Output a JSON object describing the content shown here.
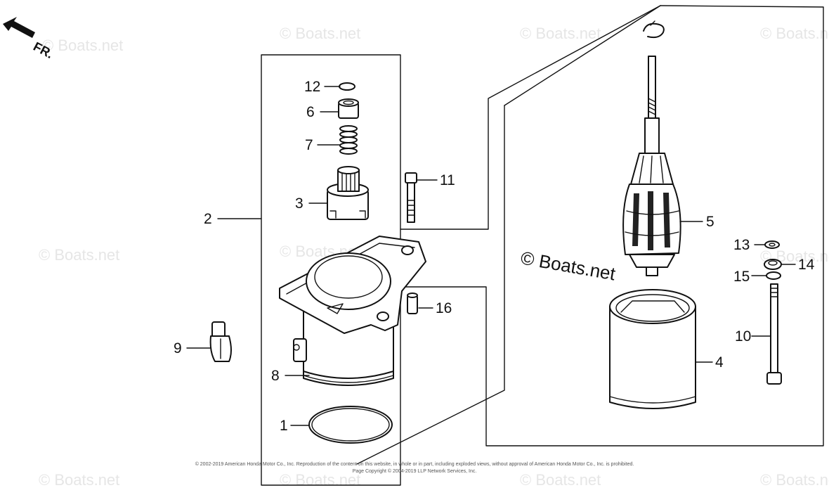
{
  "direction_label": "FR.",
  "watermark": "© Boats.net",
  "center_watermark": "© Boats.net",
  "callouts": {
    "p1": "1",
    "p2": "2",
    "p3": "3",
    "p4": "4",
    "p5": "5",
    "p6": "6",
    "p7": "7",
    "p8": "8",
    "p9": "9",
    "p10": "10",
    "p11": "11",
    "p12": "12",
    "p13": "13",
    "p14": "14",
    "p15": "15",
    "p16": "16"
  },
  "footer": {
    "line1": "© 2002-2019 American Honda Motor Co., Inc. Reproduction of the content on this website, in whole or in part, including exploded views, without approval of American Honda Motor Co., Inc. is prohibited.",
    "line2": "Page Copyright © 2004-2019 LLP Network Services, Inc."
  }
}
